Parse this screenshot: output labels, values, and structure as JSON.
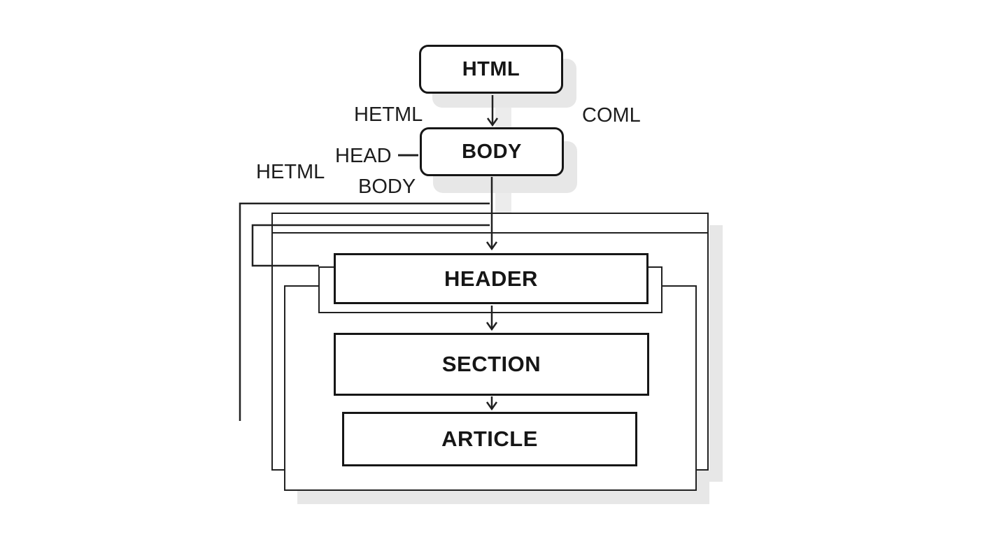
{
  "diagram": {
    "title_hint": "HTML document structure flowchart",
    "nodes": {
      "html": {
        "label": "HTML"
      },
      "body": {
        "label": "BODY"
      },
      "header": {
        "label": "HEADER"
      },
      "section": {
        "label": "SECTION"
      },
      "article": {
        "label": "ARTICLE"
      }
    },
    "annotations": {
      "hetml_top": "HETML",
      "coml": "COML",
      "head": "HEAD",
      "hetml_left": "HETML",
      "body_side": "BODY"
    },
    "edges": [
      {
        "from": "HTML",
        "to": "BODY"
      },
      {
        "from": "BODY",
        "to": "HEADER"
      },
      {
        "from": "HEADER",
        "to": "SECTION"
      },
      {
        "from": "SECTION",
        "to": "ARTICLE"
      }
    ],
    "colors": {
      "ink": "#212121",
      "ink-strong": "#161616",
      "shadow": "#e7e7e7",
      "shadow-light": "#ececec",
      "bg": "#ffffff"
    }
  }
}
